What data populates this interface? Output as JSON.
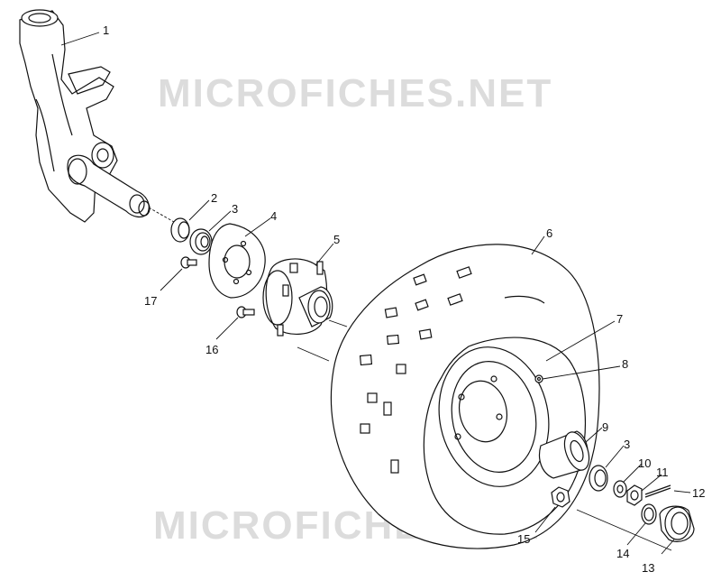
{
  "watermark": {
    "top": "MICROFICHES.NET",
    "bottom": "MICROFICHES.NET"
  },
  "callouts": {
    "c1": "1",
    "c2": "2",
    "c3a": "3",
    "c4": "4",
    "c5": "5",
    "c6": "6",
    "c7": "7",
    "c8": "8",
    "c9": "9",
    "c3b": "3",
    "c10": "10",
    "c11": "11",
    "c12": "12",
    "c13": "13",
    "c14": "14",
    "c15": "15",
    "c16": "16",
    "c17": "17"
  }
}
